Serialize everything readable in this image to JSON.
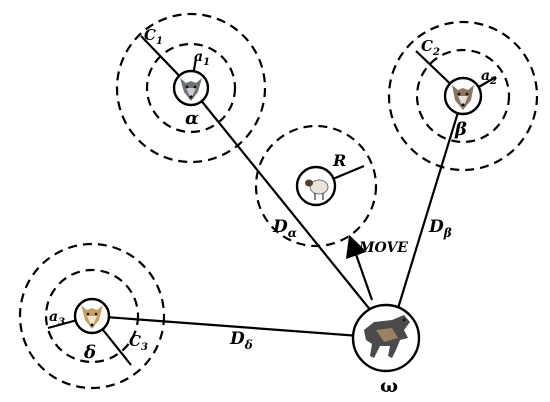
{
  "agents": {
    "alpha": {
      "symbol": "α",
      "radius_label": "C",
      "radius_sub": "1",
      "inner_label": "a",
      "inner_sub": "1",
      "icon": "gray-wolf-icon"
    },
    "beta": {
      "symbol": "β",
      "radius_label": "C",
      "radius_sub": "2",
      "inner_label": "a",
      "inner_sub": "2",
      "icon": "wolf-icon"
    },
    "delta": {
      "symbol": "δ",
      "radius_label": "C",
      "radius_sub": "3",
      "inner_label": "a",
      "inner_sub": "3",
      "icon": "coyote-icon"
    },
    "omega": {
      "symbol": "ω",
      "icon": "running-wolf-icon"
    }
  },
  "prey": {
    "radius_label": "R",
    "icon": "sheep-icon"
  },
  "distances": {
    "d_alpha": {
      "main": "D",
      "sub": "α"
    },
    "d_beta": {
      "main": "D",
      "sub": "β"
    },
    "d_delta": {
      "main": "D",
      "sub": "δ"
    }
  },
  "move_label": "MOVE"
}
